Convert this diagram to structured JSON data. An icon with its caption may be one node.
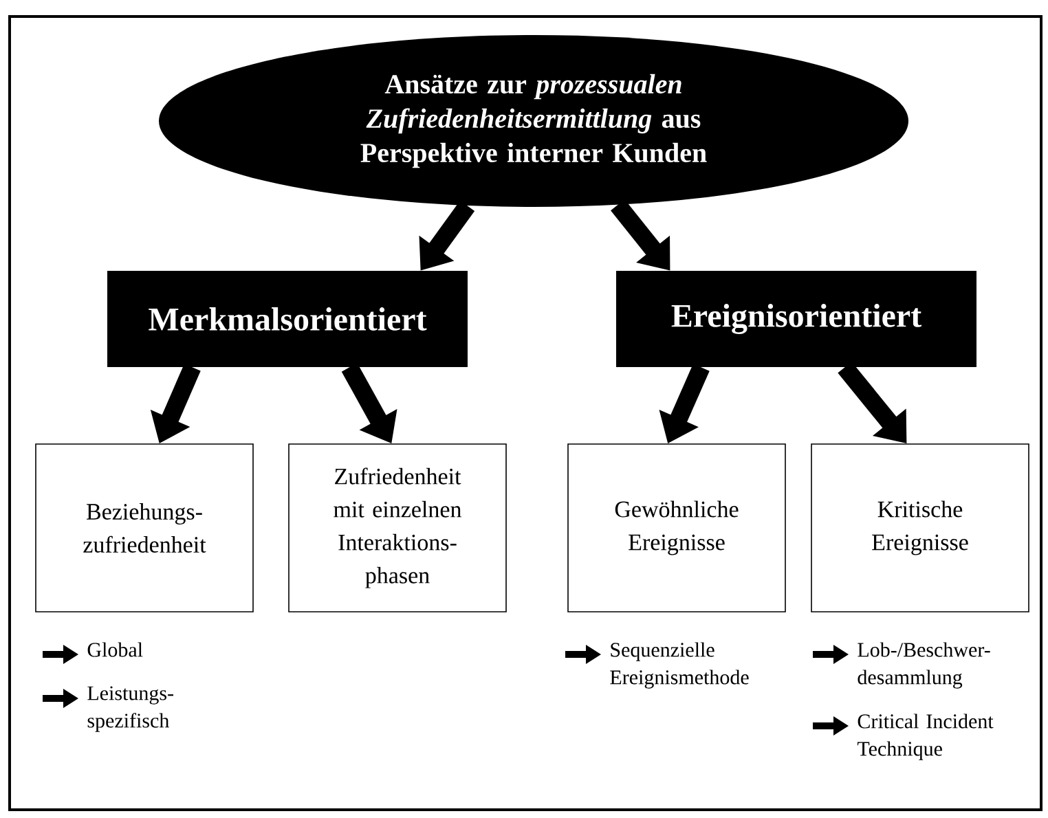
{
  "diagram": {
    "nodes": [
      {
        "text": [
          "Ansätze zur *prozessualen Zufriedenheitsermittlung* aus Perspektive interner Kunden"
        ]
      },
      {
        "text": [
          "Merkmalsorientiert"
        ]
      },
      {
        "text": [
          "Ereignisorientiert"
        ]
      },
      {
        "text": [
          "Beziehungs- zufriedenheit"
        ],
        "beside": [
          "Global",
          "Leistungs- spezifisch"
        ]
      },
      {
        "text": [
          "Zufriedenheit mit einzelnen Interaktions- phasen"
        ]
      },
      {
        "text": [
          "Gewöhnliche Ereignisse"
        ],
        "beside": [
          "Sequenzielle Ereignismethode"
        ]
      },
      {
        "text": [
          "Kritische Ereignisse"
        ],
        "beside": [
          "Lob-/Beschwer- desammlung",
          "Critical Incident Technique"
        ]
      }
    ],
    "edges": [
      {
        "from": 0,
        "to": 1,
        "arrow": "to"
      },
      {
        "from": 0,
        "to": 2,
        "arrow": "to"
      },
      {
        "from": 1,
        "to": 3,
        "arrow": "to"
      },
      {
        "from": 1,
        "to": 4,
        "arrow": "to"
      },
      {
        "from": 2,
        "to": 5,
        "arrow": "to"
      },
      {
        "from": 2,
        "to": 6,
        "arrow": "to"
      }
    ]
  }
}
